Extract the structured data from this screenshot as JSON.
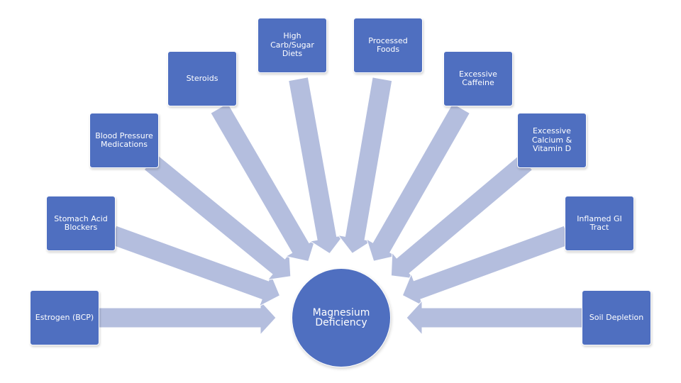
{
  "colors": {
    "node_fill": "#4f6fc0",
    "arrow_fill": "#b4bede",
    "text": "#ffffff"
  },
  "center": {
    "label": "Magnesium\nDeficiency"
  },
  "causes": [
    {
      "id": "estrogen",
      "label": "Estrogen (BCP)"
    },
    {
      "id": "stomach-acid-blockers",
      "label": "Stomach Acid\nBlockers"
    },
    {
      "id": "blood-pressure-medications",
      "label": "Blood Pressure\nMedications"
    },
    {
      "id": "steroids",
      "label": "Steroids"
    },
    {
      "id": "high-carb-sugar-diets",
      "label": "High Carb/Sugar\nDiets"
    },
    {
      "id": "processed-foods",
      "label": "Processed Foods"
    },
    {
      "id": "excessive-caffeine",
      "label": "Excessive\nCaffeine"
    },
    {
      "id": "excessive-calcium-vitamin-d",
      "label": "Excessive\nCalcium &\nVitamin D"
    },
    {
      "id": "inflamed-gi-tract",
      "label": "Inflamed GI\nTract"
    },
    {
      "id": "soil-depletion",
      "label": "Soil Depletion"
    }
  ]
}
